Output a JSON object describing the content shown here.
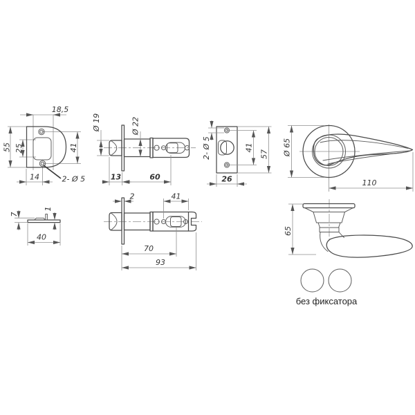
{
  "drawing": {
    "caption": "без фиксатора",
    "views": {
      "faceplate_front": {
        "top_width": "18,5",
        "height": "55",
        "opening_height": "25",
        "hole_spacing": "41",
        "hole_offset": "14",
        "holes": "2- Ø 5"
      },
      "latch_top": {
        "bolt_dia": "Ø 19",
        "body_dia": "Ø 22",
        "head_length": "13",
        "body_length": "60"
      },
      "strike_front": {
        "holes": "2- Ø 5",
        "hole_spacing": "41",
        "height": "57",
        "width": "26"
      },
      "handle_front": {
        "rose_dia": "Ø 65",
        "lever_length": "110"
      },
      "faceplate_side": {
        "height": "7",
        "thickness": "1",
        "width": "40"
      },
      "latch_side": {
        "flange_thickness": "2",
        "rear_length": "41",
        "spindle_distance": "70",
        "total_length": "93"
      },
      "handle_side": {
        "height": "65"
      }
    }
  }
}
